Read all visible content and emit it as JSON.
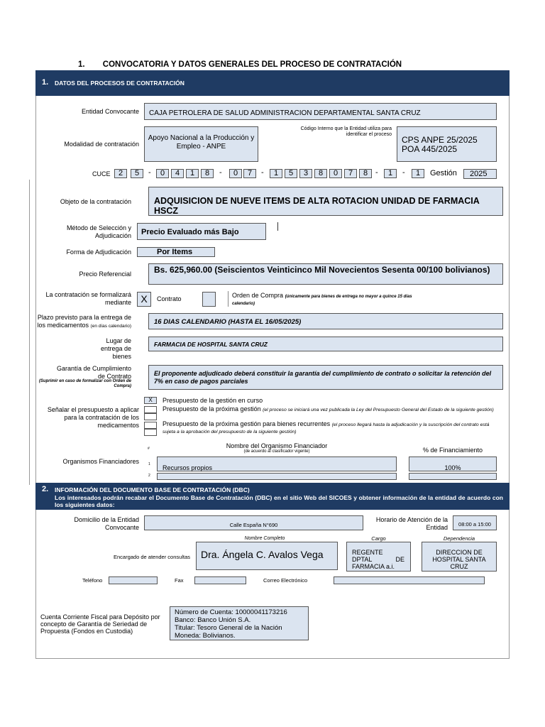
{
  "heading": {
    "number": "1.",
    "title": "CONVOCATORIA Y DATOS GENERALES DEL PROCESO DE CONTRATACIÓN"
  },
  "section1": {
    "number": "1.",
    "title": "DATOS DEL PROCESOS DE CONTRATACIÓN",
    "entidad_label": "Entidad Convocante",
    "entidad_value": "CAJA PETROLERA DE SALUD ADMINISTRACION DEPARTAMENTAL SANTA CRUZ",
    "modalidad_label": "Modalidad de contratación",
    "modalidad_value": "Apoyo Nacional a la Producción y Empleo - ANPE",
    "codigo_label": "Código Interno que la Entidad utiliza para identificar el proceso",
    "codigo_value_1": "CPS ANPE  25/2025",
    "codigo_value_2": "POA 445/2025",
    "cuce_label": "CUCE",
    "cuce_digits": [
      "2",
      "5",
      "0",
      "4",
      "1",
      "8",
      "0",
      "7",
      "1",
      "5",
      "3",
      "8",
      "0",
      "7",
      "8",
      "1",
      "1"
    ],
    "dash": "-",
    "gestion_label": "Gestión",
    "gestion_value": "2025",
    "objeto_label": "Objeto de la contratación",
    "objeto_value": "ADQUISICION DE NUEVE ITEMS DE ALTA ROTACION UNIDAD DE FARMACIA HSCZ",
    "metodo_label": "Método de Selección y Adjudicación",
    "metodo_value": "Precio Evaluado más Bajo",
    "forma_label": "Forma de Adjudicación",
    "forma_value": "Por Items",
    "precio_label": "Precio Referencial",
    "precio_value": "Bs. 625,960.00 (Seiscientos Veinticinco Mil Novecientos Sesenta 00/100 bolivianos)",
    "formaliza_label": "La contratación se formalizará mediante",
    "contrato_mark": "X",
    "contrato_label": "Contrato",
    "orden_label": "Orden de Compra",
    "orden_note": "(únicamente para bienes de entrega no mayor a quince 15 días calendario)",
    "plazo_label": "Plazo previsto para la entrega de los medicamentos",
    "plazo_note": "(en días calendario)",
    "plazo_value": "16 DIAS CALENDARIO (HASTA EL 16/05/2025)",
    "lugar_label": "Lugar de entrega de bienes",
    "lugar_value": "FARMACIA DE HOSPITAL SANTA CRUZ",
    "garantia_label": "Garantía de Cumplimiento de Contrato",
    "garantia_note": "(Suprimir en caso de formalizar con Orden de Compra)",
    "garantia_value": "El proponente adjudicado deberá constituir la garantía del cumplimiento de contrato o solicitar la retención del 7% en caso de pagos parciales",
    "presupuesto_label": "Señalar el presupuesto a aplicar para la contratación de los medicamentos",
    "presupuesto_options": [
      {
        "mark": "X",
        "text": "Presupuesto de la gestión en curso",
        "note": ""
      },
      {
        "mark": "",
        "text": "Presupuesto de la próxima gestión",
        "note": "(el proceso se iniciará una vez publicada la Ley del Presupuesto General del Estado de la siguiente gestión)"
      },
      {
        "mark": "",
        "text": "Presupuesto de la próxima gestión para bienes recurrentes",
        "note": "(el proceso llegará hasta la adjudicación y la suscripción del contrato está sujeta a la aprobación del presupuesto de la siguiente gestión)"
      }
    ],
    "organismos_label": "Organismos Financiadores",
    "org_col_num": "#",
    "org_col_name": "Nombre del Organismo Financiador",
    "org_col_name_note": "(de acuerdo al clasificador vigente)",
    "org_col_pct": "% de Financiamiento",
    "org_rows": [
      {
        "num": "1",
        "name": "Recursos propios",
        "pct": "100%"
      },
      {
        "num": "2",
        "name": "",
        "pct": ""
      }
    ]
  },
  "section2": {
    "number": "2.",
    "title": "INFORMACIÓN DEL DOCUMENTO BASE DE CONTRATACIÓN (DBC)",
    "subtitle": "Los interesados podrán recabar el Documento Base de Contratación (DBC) en el sitio Web del SICOES y obtener información de la entidad de acuerdo con los siguientes datos:",
    "domicilio_label": "Domicilio de la Entidad Convocante",
    "domicilio_value": "Calle España N°690",
    "horario_label": "Horario de Atención de la Entidad",
    "horario_value": "08:00 a 15:00",
    "col_nombre": "Nombre Completo",
    "col_cargo": "Cargo",
    "col_dependencia": "Dependencia",
    "encargado_label": "Encargado de atender consultas",
    "encargado_nombre": "Dra. Ángela C. Avalos Vega",
    "encargado_cargo": "REGENTE DPTAL DE FARMACIA a.i.",
    "encargado_dependencia": "DIRECCION DE HOSPITAL SANTA CRUZ",
    "telefono_label": "Teléfono",
    "fax_label": "Fax",
    "correo_label": "Correo Electrónico",
    "cuenta_label": "Cuenta Corriente Fiscal para Depósito por concepto de Garantía de Seriedad de Propuesta (Fondos en Custodia)",
    "cuenta_lines": [
      "Número de Cuenta: 10000041173216",
      "Banco: Banco Unión S.A.",
      "Titular: Tesoro General de la Nación",
      "Moneda: Bolivianos."
    ]
  }
}
